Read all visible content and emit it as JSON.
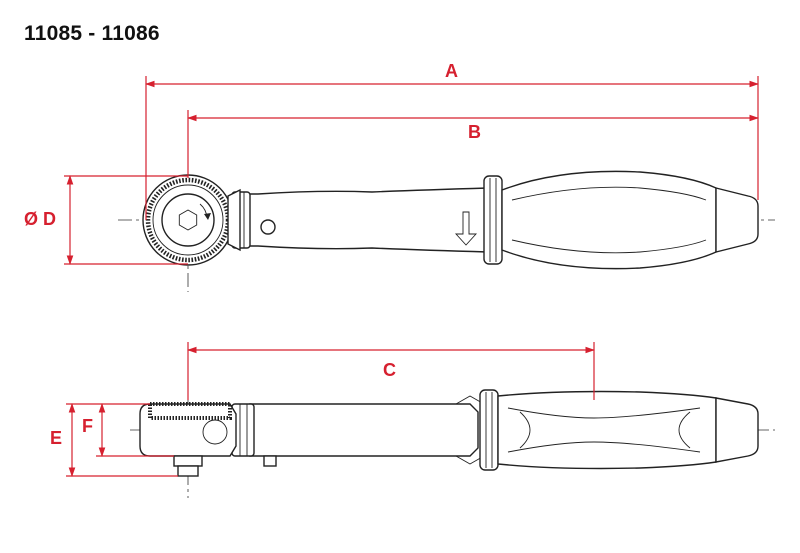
{
  "title": "11085 - 11086",
  "dimensions": {
    "a": "A",
    "b": "B",
    "c": "C",
    "d": "Ø D",
    "e": "E",
    "f": "F"
  },
  "colors": {
    "dimension": "#d6202f",
    "outline": "#222222"
  }
}
